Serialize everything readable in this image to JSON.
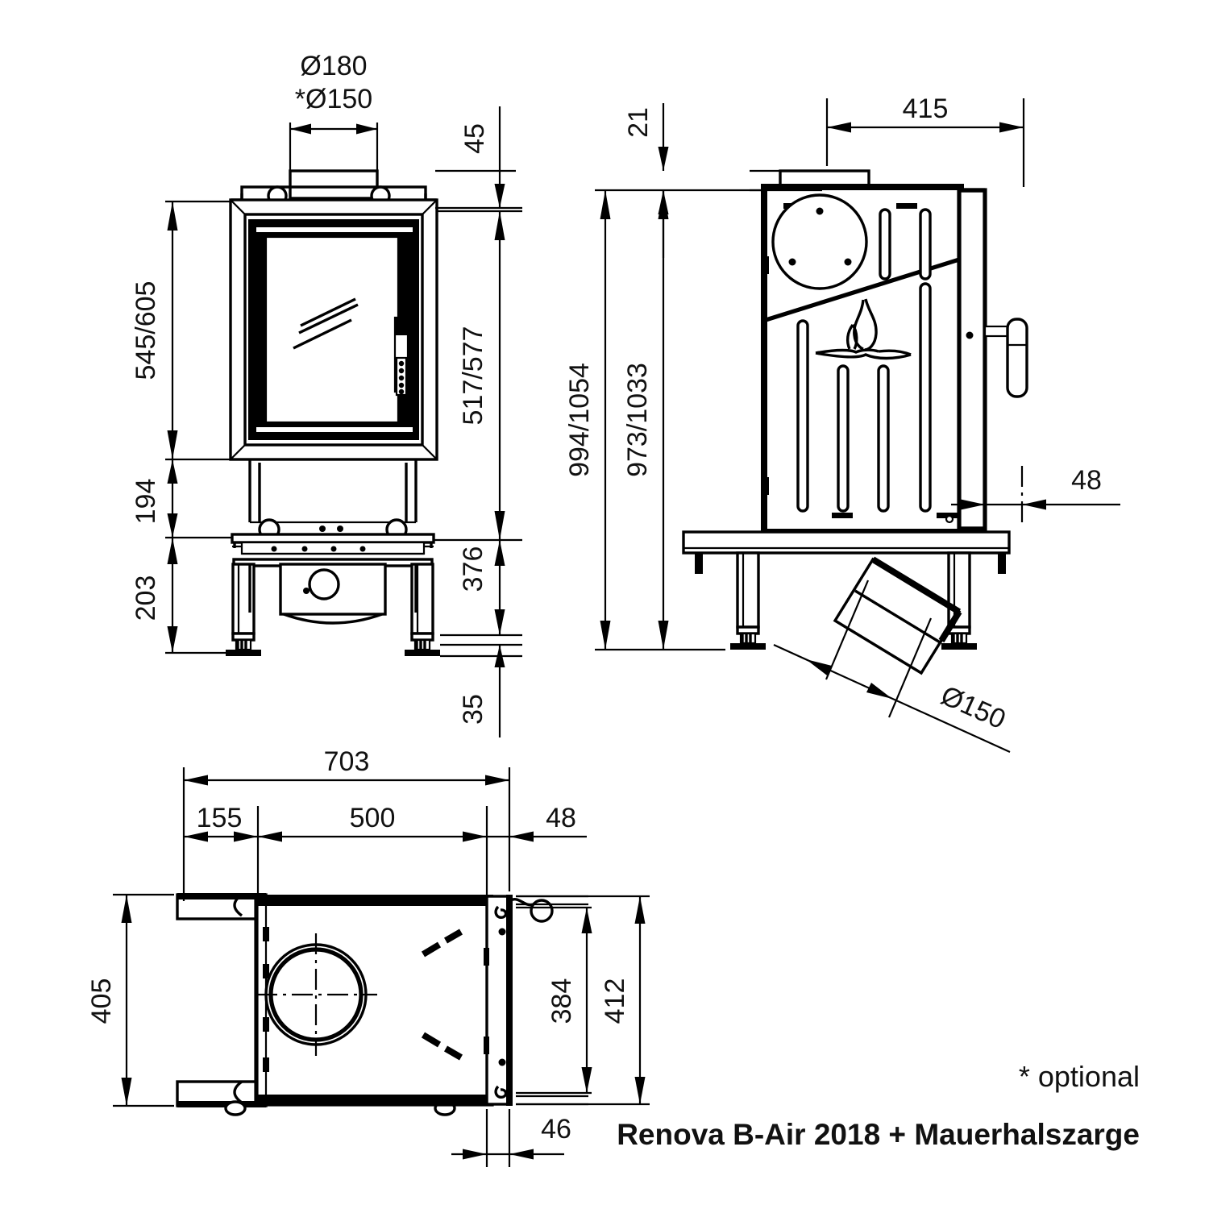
{
  "drawing": {
    "title": "Renova B-Air 2018 + Mauerhalszarge",
    "footnote": "* optional",
    "units": "mm"
  },
  "front_view": {
    "name": "front-elevation",
    "dimensions": {
      "flue_diameter": "Ø180",
      "flue_diameter_optional": "*Ø150",
      "door_height": "545/605",
      "lower_body": "194",
      "leg_height": "203",
      "top_offset": "45",
      "body_to_base": "517/577",
      "base_block": "376",
      "foot_clearance": "35"
    }
  },
  "side_view": {
    "name": "side-elevation",
    "dimensions": {
      "top_collar": "21",
      "overall_height": "994/1054",
      "body_height": "973/1033",
      "depth": "415",
      "rear_offset": "48",
      "air_intake_diameter": "Ø150"
    }
  },
  "plan_view": {
    "name": "plan-top-view",
    "dimensions": {
      "overall_width": "703",
      "left_wing": "155",
      "body_width": "500",
      "right_offset": "48",
      "overall_depth": "405",
      "inner_depth": "384",
      "frame_depth": "412",
      "rear_lip": "46"
    }
  },
  "colors": {
    "line": "#000000",
    "background": "#ffffff",
    "door_frame_fill": "#000000"
  },
  "icons": {
    "flame": "flame-icon",
    "glass_highlight": "glass-reflection-icon",
    "flue_circle": "flue-circle-icon",
    "handle": "door-handle-icon"
  }
}
